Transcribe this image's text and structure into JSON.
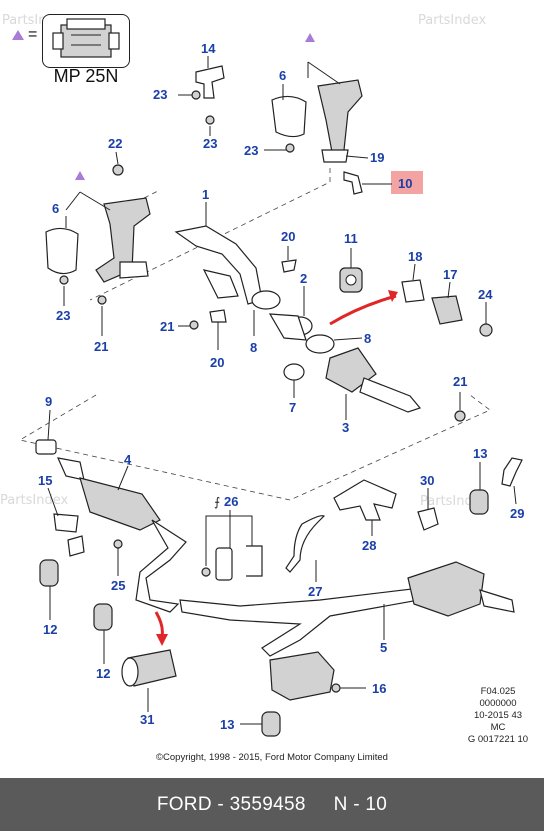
{
  "watermarks": [
    "PartsIndex",
    "PartsIndex",
    "PartsIndex",
    "PartsIndex"
  ],
  "legend": {
    "equals_sign": "=",
    "label": "MP 25N",
    "symbol_color": "#a77bd6"
  },
  "callouts": [
    "14",
    "23",
    "23",
    "6",
    "23",
    "19",
    "10",
    "22",
    "6",
    "1",
    "20",
    "11",
    "18",
    "17",
    "24",
    "2",
    "21",
    "8",
    "20",
    "21",
    "23",
    "8",
    "7",
    "21",
    "3",
    "9",
    "4",
    "13",
    "15",
    "26",
    "30",
    "29",
    "28",
    "25",
    "27",
    "12",
    "5",
    "12",
    "16",
    "31",
    "13"
  ],
  "highlight": {
    "label": "10",
    "color": "#f4a3a3"
  },
  "arrow_color": "#e02626",
  "info_block": [
    "F04.025",
    "0000000",
    "10-2015 43",
    "MC",
    "G 0017221 10"
  ],
  "copyright": "©Copyright, 1998 - 2015, Ford Motor Company Limited",
  "footer": {
    "brand": "FORD",
    "separator": " - ",
    "part_number": "3559458",
    "page": "N - 10"
  }
}
